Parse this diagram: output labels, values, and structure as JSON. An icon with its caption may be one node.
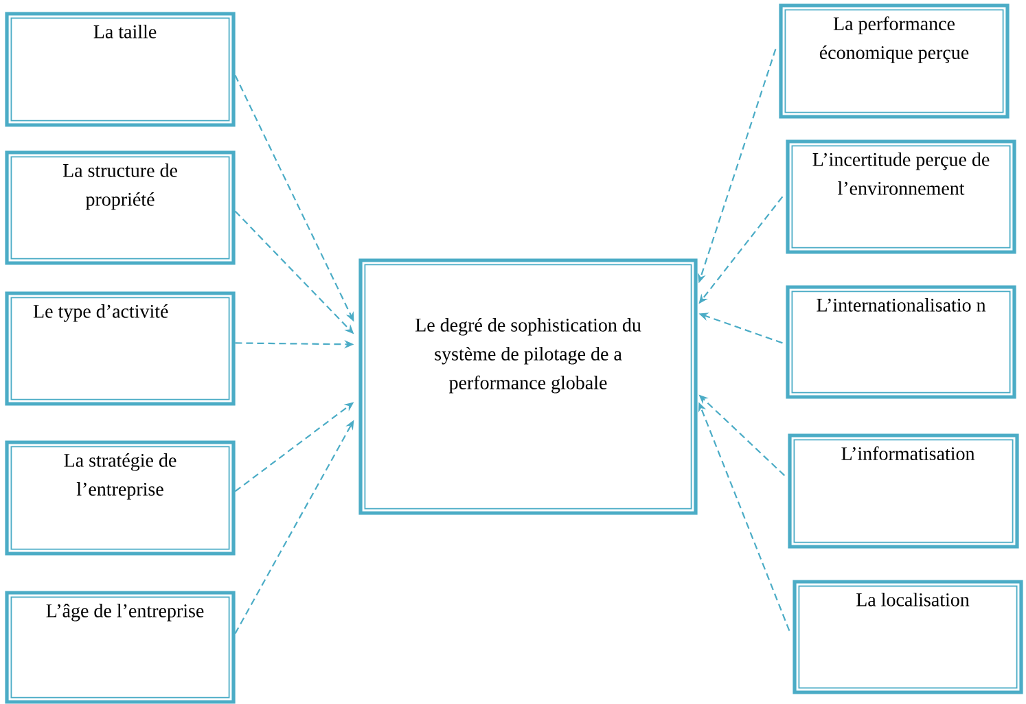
{
  "diagram": {
    "nodes": [
      {
        "text": [
          "La taille"
        ]
      },
      {
        "text": [
          "La structure de propriété"
        ]
      },
      {
        "text": [
          "Le type d’activité"
        ]
      },
      {
        "text": [
          "La stratégie de l’entreprise"
        ]
      },
      {
        "text": [
          "L’âge de l’entreprise"
        ]
      },
      {
        "text": [
          "Le degré de sophistication du système de pilotage de a performance globale"
        ]
      },
      {
        "text": [
          "La performance économique perçue"
        ]
      },
      {
        "text": [
          "L’incertitude perçue de l’environnement"
        ]
      },
      {
        "text": [
          "L’internationalisatio n"
        ]
      },
      {
        "text": [
          "L’informatisation"
        ]
      },
      {
        "text": [
          "La localisation"
        ]
      }
    ],
    "edges": [
      {
        "from": 0,
        "to": 5,
        "arrow": "to",
        "style": "dashed"
      },
      {
        "from": 1,
        "to": 5,
        "arrow": "to",
        "style": "dashed"
      },
      {
        "from": 2,
        "to": 5,
        "arrow": "to",
        "style": "dashed"
      },
      {
        "from": 3,
        "to": 5,
        "arrow": "to",
        "style": "dashed"
      },
      {
        "from": 4,
        "to": 5,
        "arrow": "to",
        "style": "dashed"
      },
      {
        "from": 6,
        "to": 5,
        "arrow": "to",
        "style": "dashed"
      },
      {
        "from": 7,
        "to": 5,
        "arrow": "to",
        "style": "dashed"
      },
      {
        "from": 8,
        "to": 5,
        "arrow": "to",
        "style": "dashed"
      },
      {
        "from": 9,
        "to": 5,
        "arrow": "to",
        "style": "dashed"
      },
      {
        "from": 10,
        "to": 5,
        "arrow": "to",
        "style": "dashed"
      }
    ]
  }
}
